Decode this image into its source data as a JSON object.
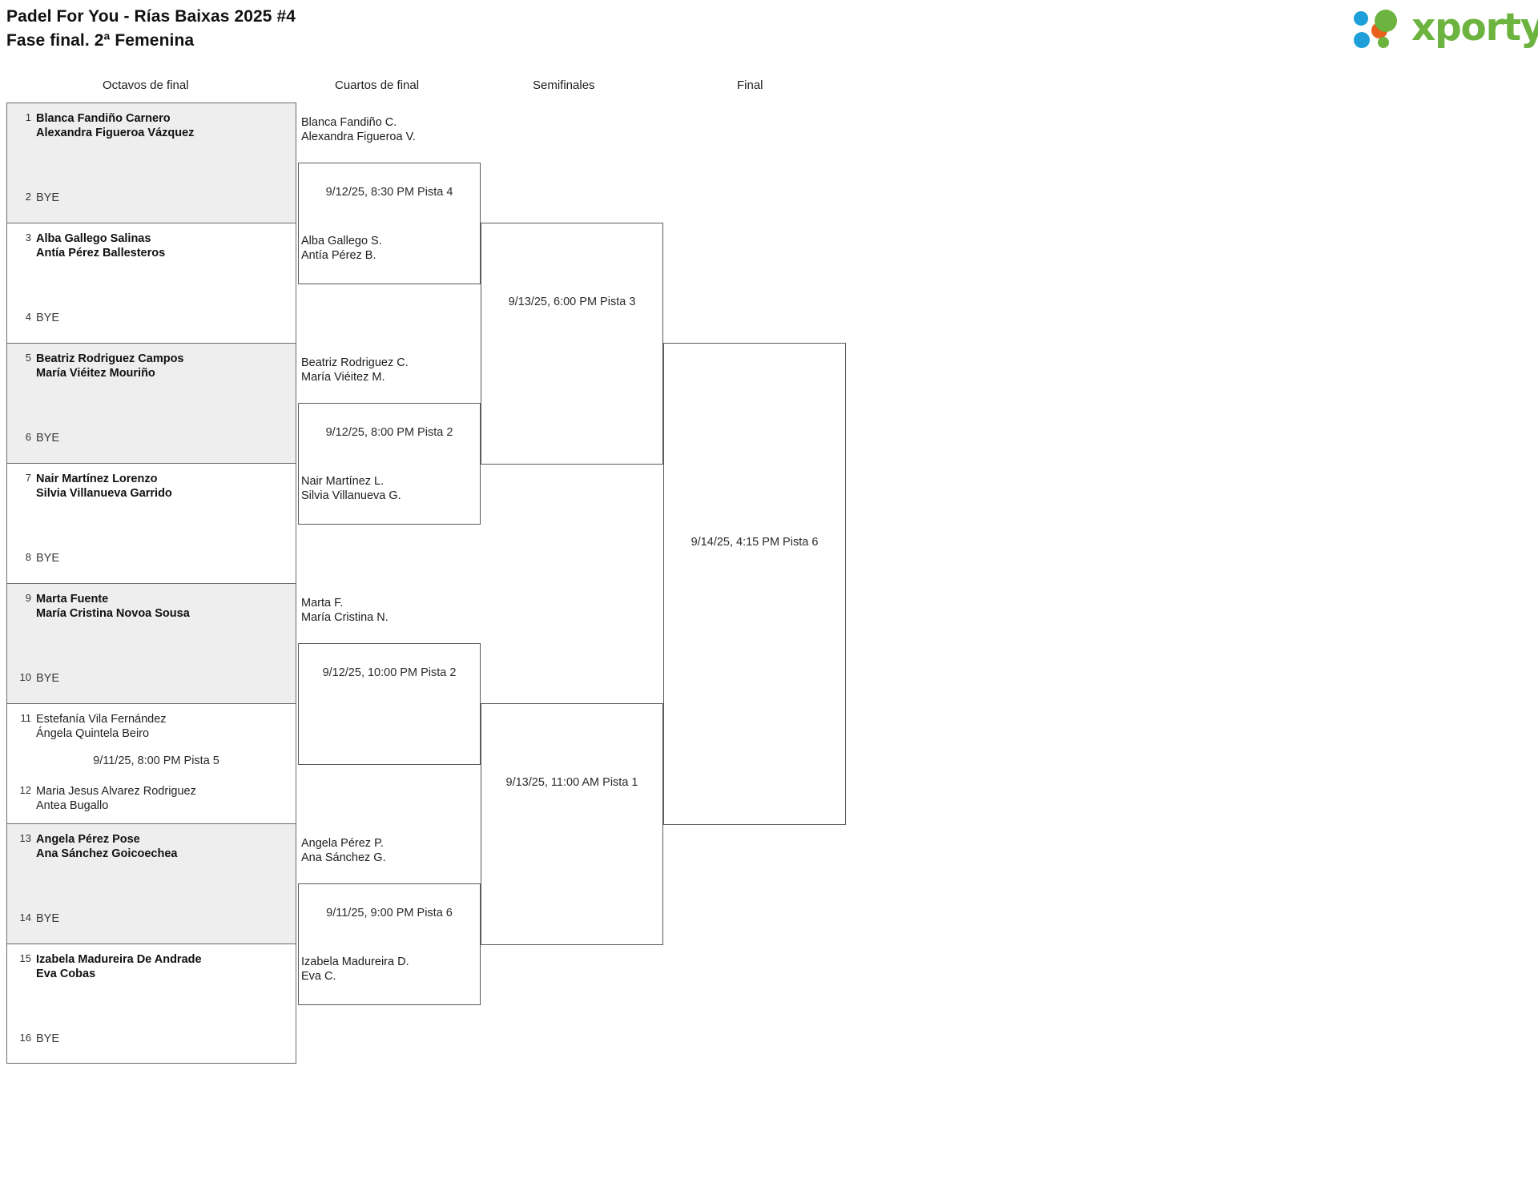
{
  "header": {
    "tournament": "Padel For You - Rías Baixas 2025 #4",
    "phase": "Fase final. 2ª Femenina",
    "logo": {
      "wordmark": "xporty",
      "green": "#6cb33f",
      "blue": "#1f9fd8",
      "orange": "#e8601c"
    }
  },
  "rounds": [
    {
      "label": "Octavos de final"
    },
    {
      "label": "Cuartos de final"
    },
    {
      "label": "Semifinales"
    },
    {
      "label": "Final"
    }
  ],
  "bye_label": "BYE",
  "round1": [
    {
      "state": "won",
      "top": {
        "seed": "1",
        "line1": "Blanca Fandiño Carnero",
        "line2": "Alexandra Figueroa Vázquez",
        "bold": true
      },
      "bottom": {
        "seed": "2",
        "line1": "BYE",
        "line2": "",
        "bye": true
      },
      "schedule": ""
    },
    {
      "state": "open",
      "top": {
        "seed": "3",
        "line1": "Alba Gallego Salinas",
        "line2": "Antía Pérez Ballesteros",
        "bold": true
      },
      "bottom": {
        "seed": "4",
        "line1": "BYE",
        "line2": "",
        "bye": true
      },
      "schedule": ""
    },
    {
      "state": "won",
      "top": {
        "seed": "5",
        "line1": "Beatriz Rodriguez Campos",
        "line2": "María Viéitez Mouriño",
        "bold": true
      },
      "bottom": {
        "seed": "6",
        "line1": "BYE",
        "line2": "",
        "bye": true
      },
      "schedule": ""
    },
    {
      "state": "open",
      "top": {
        "seed": "7",
        "line1": "Nair Martínez Lorenzo",
        "line2": "Silvia Villanueva Garrido",
        "bold": true
      },
      "bottom": {
        "seed": "8",
        "line1": "BYE",
        "line2": "",
        "bye": true
      },
      "schedule": ""
    },
    {
      "state": "won",
      "top": {
        "seed": "9",
        "line1": "Marta Fuente",
        "line2": "María Cristina Novoa Sousa",
        "bold": true
      },
      "bottom": {
        "seed": "10",
        "line1": "BYE",
        "line2": "",
        "bye": true
      },
      "schedule": ""
    },
    {
      "state": "open",
      "top": {
        "seed": "11",
        "line1": "Estefanía Vila Fernández",
        "line2": "Ángela Quintela Beiro",
        "bold": false
      },
      "bottom": {
        "seed": "12",
        "line1": "Maria Jesus Alvarez Rodriguez",
        "line2": "Antea Bugallo",
        "bold": false
      },
      "schedule": "9/11/25, 8:00 PM Pista 5"
    },
    {
      "state": "won",
      "top": {
        "seed": "13",
        "line1": "Angela Pérez Pose",
        "line2": "Ana Sánchez Goicoechea",
        "bold": true
      },
      "bottom": {
        "seed": "14",
        "line1": "BYE",
        "line2": "",
        "bye": true
      },
      "schedule": ""
    },
    {
      "state": "open",
      "top": {
        "seed": "15",
        "line1": "Izabela Madureira De Andrade",
        "line2": "Eva Cobas",
        "bold": true
      },
      "bottom": {
        "seed": "16",
        "line1": "BYE",
        "line2": "",
        "bye": true
      },
      "schedule": ""
    }
  ],
  "round2": [
    {
      "schedule": "9/12/25, 8:30 PM Pista 4",
      "top": {
        "line1": "Blanca Fandiño C.",
        "line2": "Alexandra Figueroa V."
      },
      "bottom": {
        "line1": "Alba Gallego S.",
        "line2": "Antía Pérez B."
      }
    },
    {
      "schedule": "9/12/25, 8:00 PM Pista 2",
      "top": {
        "line1": "Beatriz Rodriguez C.",
        "line2": "María Viéitez M."
      },
      "bottom": {
        "line1": "Nair Martínez L.",
        "line2": "Silvia Villanueva G."
      }
    },
    {
      "schedule": "9/12/25, 10:00 PM Pista 2",
      "top": {
        "line1": "Marta F.",
        "line2": "María Cristina N."
      },
      "bottom": {
        "line1": "",
        "line2": ""
      }
    },
    {
      "schedule": "9/11/25, 9:00 PM Pista 6",
      "top": {
        "line1": "Angela Pérez P.",
        "line2": "Ana Sánchez G."
      },
      "bottom": {
        "line1": "Izabela Madureira D.",
        "line2": "Eva C."
      }
    }
  ],
  "round3": [
    {
      "schedule": "9/13/25, 6:00 PM Pista 3",
      "top": {
        "line1": "",
        "line2": ""
      },
      "bottom": {
        "line1": "",
        "line2": ""
      }
    },
    {
      "schedule": "9/13/25, 11:00 AM Pista 1",
      "top": {
        "line1": "",
        "line2": ""
      },
      "bottom": {
        "line1": "",
        "line2": ""
      }
    }
  ],
  "round4": [
    {
      "schedule": "9/14/25, 4:15 PM Pista 6",
      "top": {
        "line1": "",
        "line2": ""
      },
      "bottom": {
        "line1": "",
        "line2": ""
      }
    }
  ]
}
